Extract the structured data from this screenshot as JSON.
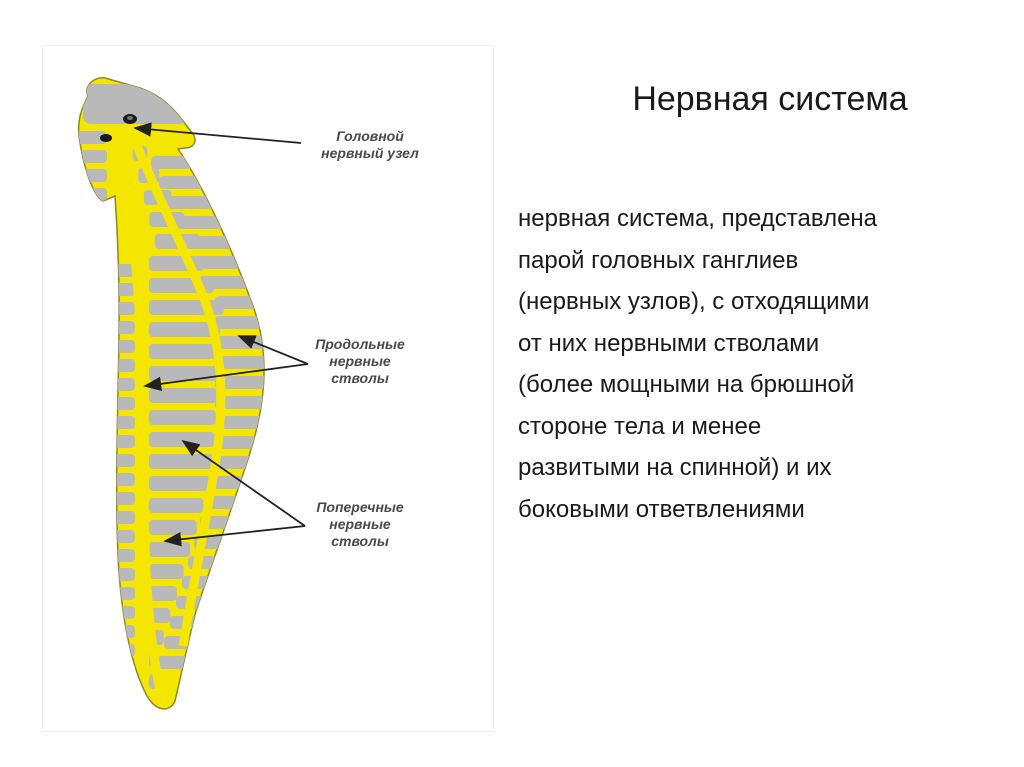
{
  "slide": {
    "title": "Нервная система",
    "description_lines": [
      "нервная система, представлена",
      "парой головных ганглиев",
      "(нервных узлов), с отходящими",
      "от них нервными стволами",
      "(более мощными на брюшной",
      "стороне тела и менее",
      "развитыми на спинной) и их",
      "боковыми ответвлениями"
    ]
  },
  "diagram": {
    "labels": {
      "head_ganglion": [
        "Головной",
        "нервный узел"
      ],
      "longitudinal_trunks": [
        "Продольные",
        "нервные",
        "стволы"
      ],
      "transverse_trunks": [
        "Поперечные",
        "нервные",
        "стволы"
      ]
    },
    "colors": {
      "nerve": "#f5e600",
      "body": "#b9b9b9",
      "outline": "#8a8a2a",
      "arrow": "#222222"
    }
  }
}
